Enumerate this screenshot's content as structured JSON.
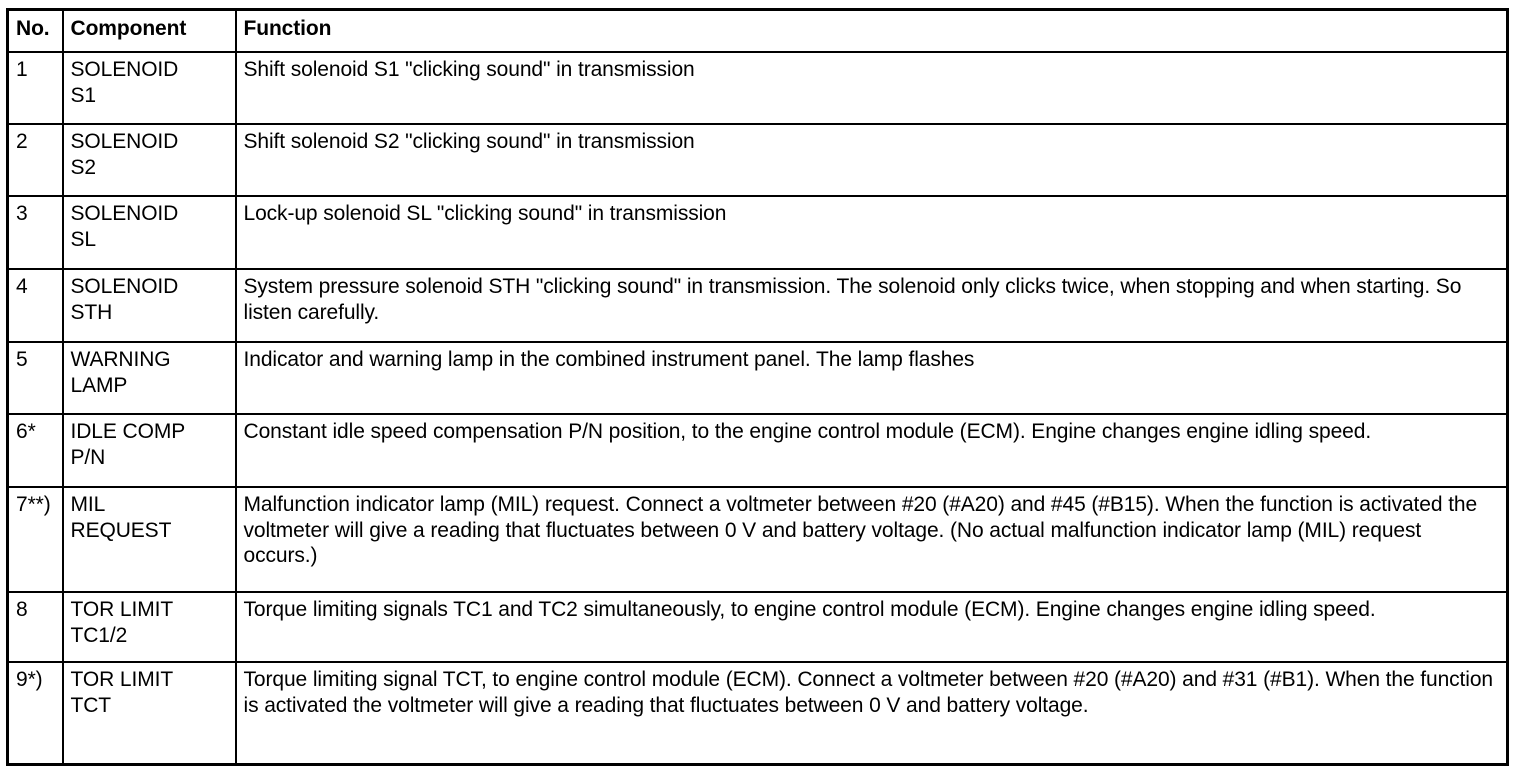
{
  "document": {
    "type": "specification-table",
    "title": "Component function table",
    "border_color": "#000000",
    "background_color": "#ffffff",
    "text_color": "#000000"
  },
  "table": {
    "columns": [
      {
        "key": "no",
        "label": "No."
      },
      {
        "key": "component",
        "label": "Component"
      },
      {
        "key": "function",
        "label": "Function"
      }
    ],
    "rows": [
      {
        "no": "1",
        "component": "SOLENOID\nS1",
        "function": "Shift solenoid S1 \"clicking sound\" in transmission"
      },
      {
        "no": "2",
        "component": "SOLENOID\nS2",
        "function": "Shift solenoid S2 \"clicking sound\" in transmission"
      },
      {
        "no": "3",
        "component": "SOLENOID\nSL",
        "function": "Lock-up solenoid SL \"clicking sound\" in transmission"
      },
      {
        "no": "4",
        "component": "SOLENOID\nSTH",
        "function": "System pressure solenoid STH \"clicking sound\" in transmission. The solenoid only clicks twice, when stopping and when starting. So listen carefully."
      },
      {
        "no": "5",
        "component": "WARNING\nLAMP",
        "function": "Indicator and warning lamp in the combined instrument panel. The lamp flashes"
      },
      {
        "no": "6*",
        "component": "IDLE COMP\nP/N",
        "function": "Constant idle speed compensation P/N position, to the engine control module (ECM). Engine changes engine idling speed."
      },
      {
        "no": "7**)",
        "component": "MIL\nREQUEST",
        "function": "Malfunction indicator lamp (MIL) request. Connect a voltmeter between #20 (#A20) and #45 (#B15). When the function is activated the voltmeter will give a reading that fluctuates between 0 V and battery voltage. (No actual malfunction indicator lamp (MIL) request occurs.)"
      },
      {
        "no": "8",
        "component": "TOR LIMIT\nTC1/2",
        "function": "Torque limiting signals TC1 and TC2 simultaneously, to engine control module (ECM). Engine changes engine idling speed."
      },
      {
        "no": "9*)",
        "component": "TOR LIMIT\nTCT",
        "function": "Torque limiting signal TCT, to engine control module (ECM). Connect a voltmeter between #20 (#A20) and #31 (#B1). When the function is activated the voltmeter will give a reading that fluctuates between 0 V and battery voltage."
      }
    ]
  }
}
